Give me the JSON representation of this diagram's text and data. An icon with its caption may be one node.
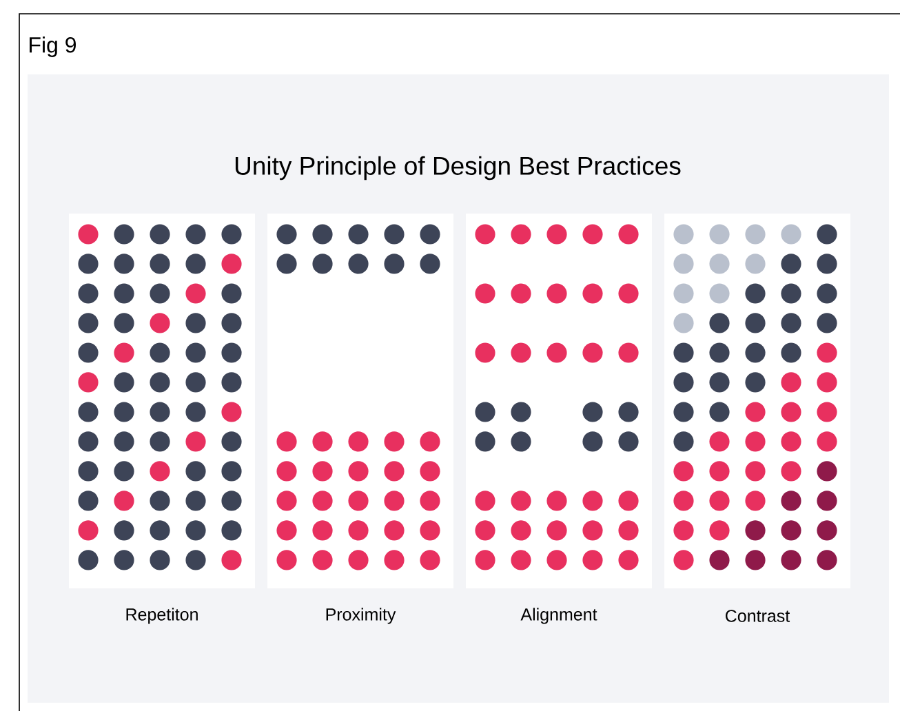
{
  "diagram": {
    "title": "Unity Principle of Design Best Practices",
    "nodes": [
      {
        "text": [
          "Repetiton"
        ]
      },
      {
        "text": [
          "Proximity"
        ]
      },
      {
        "text": [
          "Alignment"
        ]
      },
      {
        "text": [
          "Contrast"
        ]
      }
    ],
    "labels": [
      "Fig 9"
    ]
  }
}
